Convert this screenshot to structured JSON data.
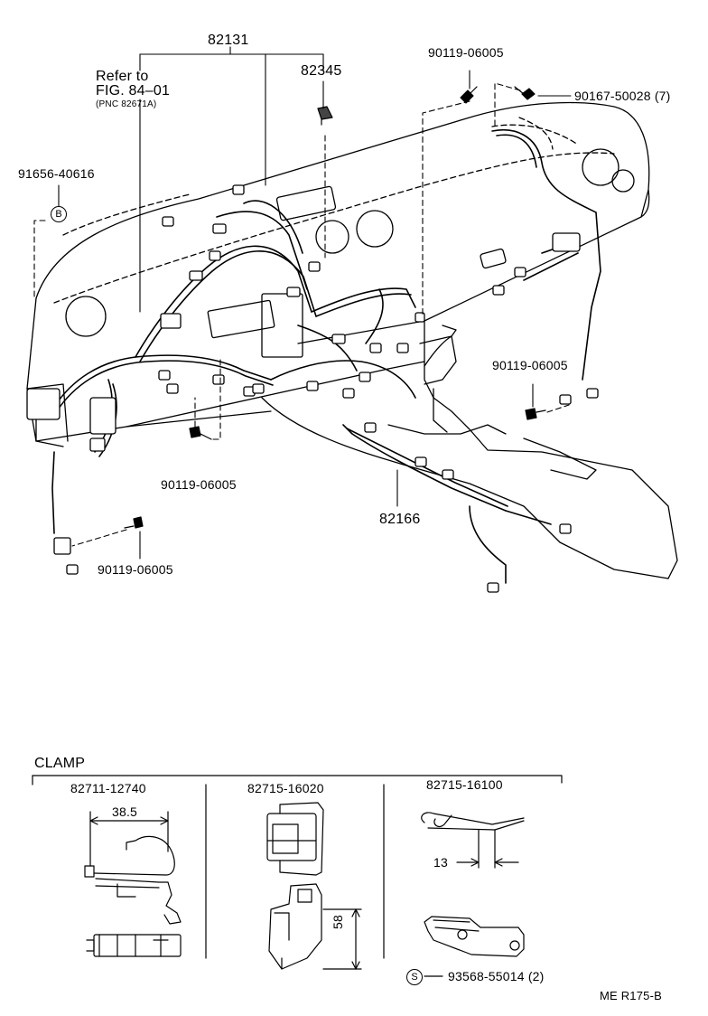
{
  "callouts": {
    "p82131": "82131",
    "p82345": "82345",
    "refer_line1": "Refer to",
    "refer_line2": "FIG. 84–01",
    "refer_line3": "(PNC 82671A)",
    "p91656": "91656-40616",
    "b_marker": "B",
    "p90119_top": "90119-06005",
    "p90167": "90167-50028 (7)",
    "p90119_right": "90119-06005",
    "p90119_center": "90119-06005",
    "p90119_left": "90119-06005",
    "p82166": "82166"
  },
  "clamp_section": {
    "title": "CLAMP",
    "clamp1": {
      "part": "82711-12740",
      "dimension": "38.5"
    },
    "clamp2": {
      "part": "82715-16020",
      "dimension": "58"
    },
    "clamp3": {
      "part": "82715-16100",
      "dimension": "13"
    },
    "s_marker": "S",
    "screw": "93568-55014 (2)"
  },
  "footer": {
    "code": "ME  R175-B"
  }
}
